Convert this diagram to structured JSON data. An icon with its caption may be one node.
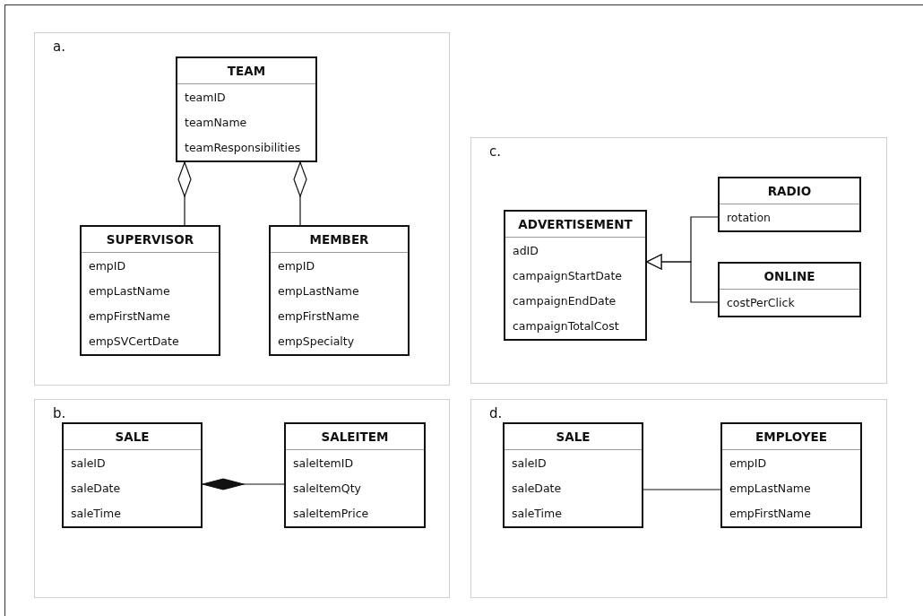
{
  "diagram": {
    "nodes": [
      {
        "text": [
          "a."
        ]
      },
      {
        "text": [
          "TEAM",
          "teamID",
          "teamName",
          "teamResponsibilities"
        ],
        "in": 0
      },
      {
        "text": [
          "SUPERVISOR",
          "empID",
          "empLastName",
          "empFirstName",
          "empSVCertDate"
        ],
        "in": 0
      },
      {
        "text": [
          "MEMBER",
          "empID",
          "empLastName",
          "empFirstName",
          "empSpecialty"
        ],
        "in": 0
      },
      {
        "text": [
          "c."
        ]
      },
      {
        "text": [
          "ADVERTISEMENT",
          "adID",
          "campaignStartDate",
          "campaignEndDate",
          "campaignTotalCost"
        ],
        "in": 4
      },
      {
        "text": [
          "RADIO",
          "rotation"
        ],
        "in": 4
      },
      {
        "text": [
          "ONLINE",
          "costPerClick"
        ],
        "in": 4
      },
      {
        "text": [
          "b."
        ]
      },
      {
        "text": [
          "SALE",
          "saleID",
          "saleDate",
          "saleTime"
        ],
        "in": 8
      },
      {
        "text": [
          "SALEITEM",
          "saleItemID",
          "saleItemQty",
          "saleItemPrice"
        ],
        "in": 8
      },
      {
        "text": [
          "d."
        ]
      },
      {
        "text": [
          "SALE",
          "saleID",
          "saleDate",
          "saleTime"
        ],
        "in": 11
      },
      {
        "text": [
          "EMPLOYEE",
          "empID",
          "empLastName",
          "empFirstName"
        ],
        "in": 11
      }
    ],
    "edges": [
      {
        "from": 2,
        "to": 1,
        "arrow": "other"
      },
      {
        "from": 3,
        "to": 1,
        "arrow": "other"
      },
      {
        "from": 6,
        "to": 5,
        "arrow": "to"
      },
      {
        "from": 7,
        "to": 5,
        "arrow": "to"
      },
      {
        "from": 10,
        "to": 9,
        "arrow": "other"
      },
      {
        "from": 12,
        "to": 13,
        "arrow": "none"
      }
    ]
  }
}
